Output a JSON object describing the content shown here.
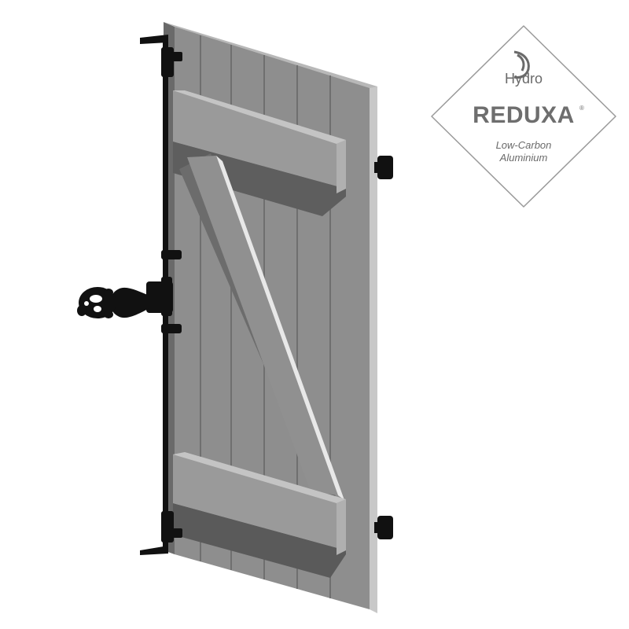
{
  "badge": {
    "brand": "Hydro",
    "product": "REDUXA",
    "registered": "®",
    "subtitle_line1": "Low-Carbon",
    "subtitle_line2": "Aluminium"
  },
  "colors": {
    "shutter_front": "#8e8e8e",
    "shutter_light": "#a8a8a8",
    "shutter_dark": "#5e5e5e",
    "hardware": "#111111",
    "badge_text": "#6a6a6a"
  },
  "icons": [
    "hydro-logo-icon",
    "hinge-icon",
    "shutter-hook-icon",
    "gudgeon-pin-icon"
  ]
}
